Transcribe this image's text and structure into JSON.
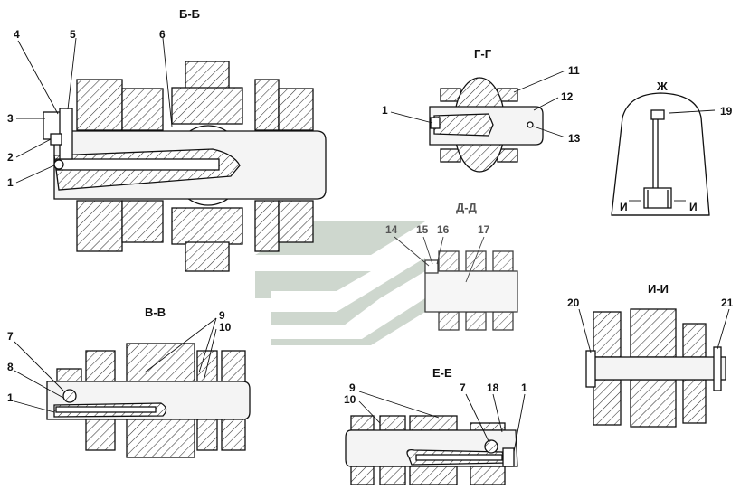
{
  "sections": {
    "bb": {
      "title": "Б-Б",
      "labels": [
        "4",
        "5",
        "6",
        "3",
        "2",
        "1"
      ]
    },
    "gg": {
      "title": "Г-Г",
      "labels": [
        "11",
        "12",
        "1",
        "13"
      ]
    },
    "zh": {
      "title": "Ж",
      "labels": [
        "19"
      ],
      "cut_labels": [
        "И",
        "И"
      ]
    },
    "dd": {
      "title": "Д-Д",
      "labels": [
        "14",
        "15",
        "16",
        "17"
      ]
    },
    "vv": {
      "title": "В-В",
      "labels": [
        "9",
        "10",
        "7",
        "8",
        "1"
      ]
    },
    "ii": {
      "title": "И-И",
      "labels": [
        "20",
        "21"
      ]
    },
    "ee": {
      "title": "Е-Е",
      "labels": [
        "9",
        "10",
        "7",
        "18",
        "1"
      ]
    }
  },
  "colors": {
    "watermark": "#c9d3c9",
    "ink": "#111111",
    "hatch": "#333333"
  }
}
